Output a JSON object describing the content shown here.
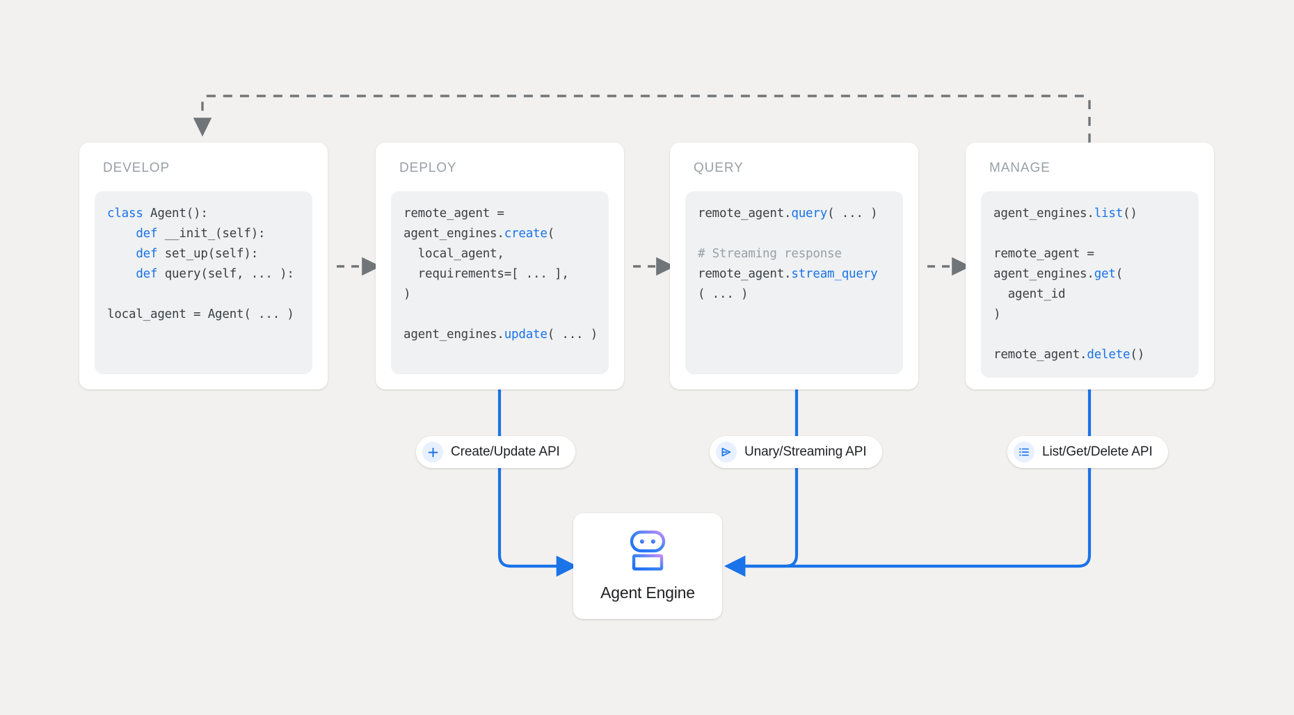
{
  "canvas": {
    "background_color": "#f2f1ef",
    "accent_blue": "#1a73e8",
    "flow_gray": "#70757a"
  },
  "stages": [
    {
      "id": "develop",
      "title": "DEVELOP",
      "code_lines": [
        {
          "text": "class",
          "type": "keyword"
        },
        {
          "text": " Agent():",
          "type": "plain"
        },
        {
          "text": "    def",
          "type": "keyword"
        },
        {
          "text": " __init_(self):",
          "type": "plain"
        },
        {
          "text": "    def",
          "type": "keyword"
        },
        {
          "text": " set_up(self):",
          "type": "plain"
        },
        {
          "text": "    def",
          "type": "keyword"
        },
        {
          "text": " query(self, ... ):",
          "type": "plain"
        },
        {
          "text": "",
          "type": "blank"
        },
        {
          "text": "local_agent = Agent( ... )",
          "type": "plain"
        }
      ]
    },
    {
      "id": "deploy",
      "title": "DEPLOY",
      "code_lines": [
        {
          "text": "remote_agent =",
          "type": "plain"
        },
        {
          "text": "agent_engines.",
          "type": "plain"
        },
        {
          "text": "create",
          "type": "function"
        },
        {
          "text": "(",
          "type": "plain"
        },
        {
          "text": "  local_agent,",
          "type": "plain"
        },
        {
          "text": "  requirements=[ ... ],",
          "type": "plain"
        },
        {
          "text": ")",
          "type": "plain"
        },
        {
          "text": "",
          "type": "blank"
        },
        {
          "text": "agent_engines.",
          "type": "plain"
        },
        {
          "text": "update",
          "type": "function"
        },
        {
          "text": "( ... )",
          "type": "plain"
        }
      ]
    },
    {
      "id": "query",
      "title": "QUERY",
      "code_lines": [
        {
          "text": "remote_agent.",
          "type": "plain"
        },
        {
          "text": "query",
          "type": "function"
        },
        {
          "text": "( ... )",
          "type": "plain"
        },
        {
          "text": "",
          "type": "blank"
        },
        {
          "text": "# Streaming response",
          "type": "comment"
        },
        {
          "text": "remote_agent.",
          "type": "plain"
        },
        {
          "text": "stream_query",
          "type": "function"
        },
        {
          "text": "( ... )",
          "type": "plain"
        }
      ]
    },
    {
      "id": "manage",
      "title": "MANAGE",
      "code_lines": [
        {
          "text": "agent_engines.",
          "type": "plain"
        },
        {
          "text": "list",
          "type": "function"
        },
        {
          "text": "()",
          "type": "plain"
        },
        {
          "text": "",
          "type": "blank"
        },
        {
          "text": "remote_agent =",
          "type": "plain"
        },
        {
          "text": "agent_engines.",
          "type": "plain"
        },
        {
          "text": "get",
          "type": "function"
        },
        {
          "text": "(",
          "type": "plain"
        },
        {
          "text": "  agent_id",
          "type": "plain"
        },
        {
          "text": ")",
          "type": "plain"
        },
        {
          "text": "",
          "type": "blank"
        },
        {
          "text": "remote_agent.",
          "type": "plain"
        },
        {
          "text": "delete",
          "type": "function"
        },
        {
          "text": "()",
          "type": "plain"
        }
      ]
    }
  ],
  "code_blocks": {
    "develop": "class Agent():\n    def __init_(self):\n    def set_up(self):\n    def query(self, ... ):\n\nlocal_agent = Agent( ... )",
    "deploy": "remote_agent =\nagent_engines.create(\n  local_agent,\n  requirements=[ ... ],\n)\n\nagent_engines.update( ... )",
    "query": "remote_agent.query( ... )\n\n# Streaming response\nremote_agent.stream_query\n( ... )",
    "manage": "agent_engines.list()\n\nremote_agent =\nagent_engines.get(\n  agent_id\n)\n\nremote_agent.delete()"
  },
  "api_pills": [
    {
      "id": "create-update",
      "label": "Create/Update API",
      "icon": "plus-icon",
      "source_stage": "deploy"
    },
    {
      "id": "unary-streaming",
      "label": "Unary/Streaming API",
      "icon": "send-icon",
      "source_stage": "query"
    },
    {
      "id": "list-get-delete",
      "label": "List/Get/Delete API",
      "icon": "list-icon",
      "source_stage": "manage"
    }
  ],
  "agent_engine": {
    "label": "Agent Engine",
    "icon": "robot-icon",
    "gradient_from": "#1b6ef3",
    "gradient_to": "#c58af9"
  },
  "flow": {
    "develop_to_deploy": "dashed-arrow",
    "deploy_to_query": "dashed-arrow",
    "query_to_manage": "dashed-arrow",
    "manage_to_develop": "dashed-feedback-arrow"
  }
}
